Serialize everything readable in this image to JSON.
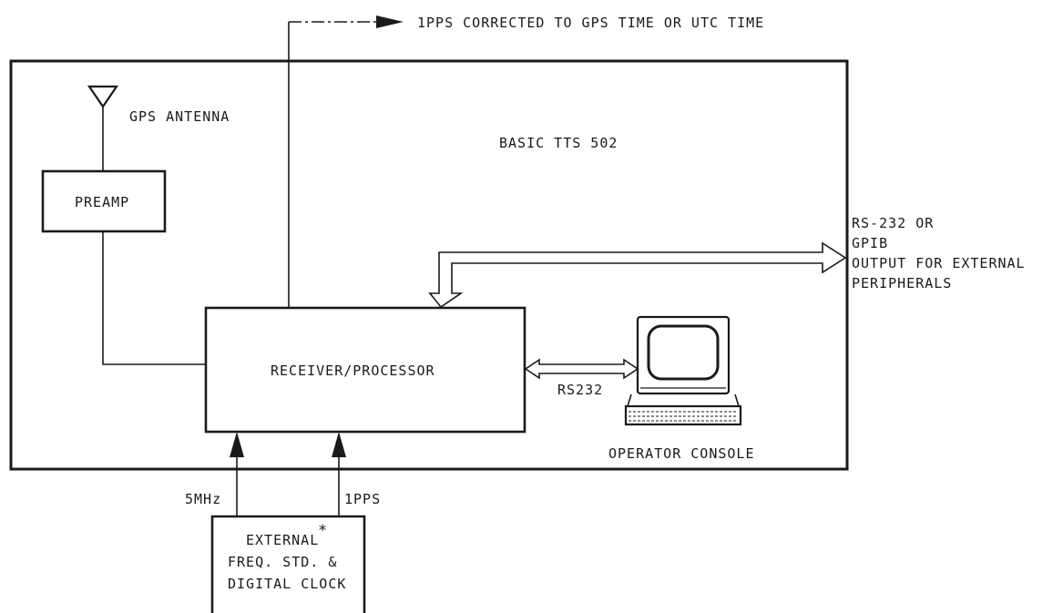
{
  "top_output_label": "1PPS CORRECTED TO GPS TIME OR UTC TIME",
  "system_label": "BASIC TTS 502",
  "antenna_label": "GPS ANTENNA",
  "preamp_label": "PREAMP",
  "receiver_label": "RECEIVER/PROCESSOR",
  "rs232_link_label": "RS232",
  "console_label": "OPERATOR CONSOLE",
  "external_output_lines": [
    "RS-232 OR",
    "GPIB",
    "OUTPUT FOR EXTERNAL",
    "PERIPHERALS"
  ],
  "input_5mhz_label": "5MHz",
  "input_1pps_label": "1PPS",
  "external_std_lines": [
    "EXTERNAL",
    "FREQ. STD. &",
    "DIGITAL CLOCK"
  ],
  "asterisk": "*"
}
